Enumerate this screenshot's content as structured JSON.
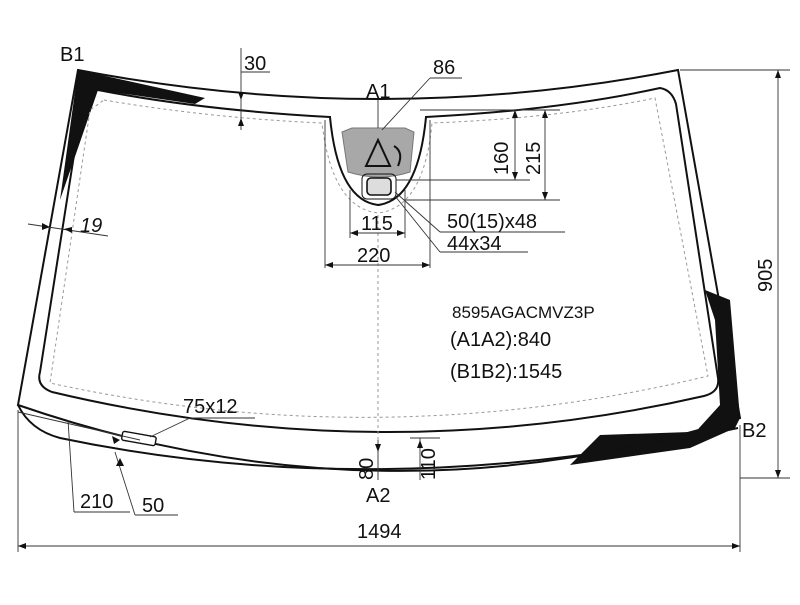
{
  "points": {
    "a1": "A1",
    "a2": "A2",
    "b1": "B1",
    "b2": "B2"
  },
  "dimensions": {
    "top_offset": "30",
    "bracket_height": "86",
    "sensor_from_top": "160",
    "bracket_from_top": "215",
    "bracket_inner_width": "115",
    "bracket_outer_width": "220",
    "camera_window": "50(15)x48",
    "sensor_window": "44x34",
    "side_border": "19",
    "overall_height": "905",
    "vin_window": "75x12",
    "bottom_center_80": "80",
    "bottom_center_110": "110",
    "bottom_left_210": "210",
    "bottom_left_50": "50",
    "overall_width": "1494"
  },
  "info": {
    "part_code": "8595AGACMVZ3P",
    "a1a2": "(A1A2):840",
    "b1b2": "(B1B2):1545"
  },
  "colors": {
    "frit_black": "#111111",
    "bracket_grey": "#a8a8a8",
    "line": "#111111"
  },
  "icons": {
    "rain_sensor": "triangle-sensor-icon",
    "camera_window": "rounded-rect-icon"
  }
}
